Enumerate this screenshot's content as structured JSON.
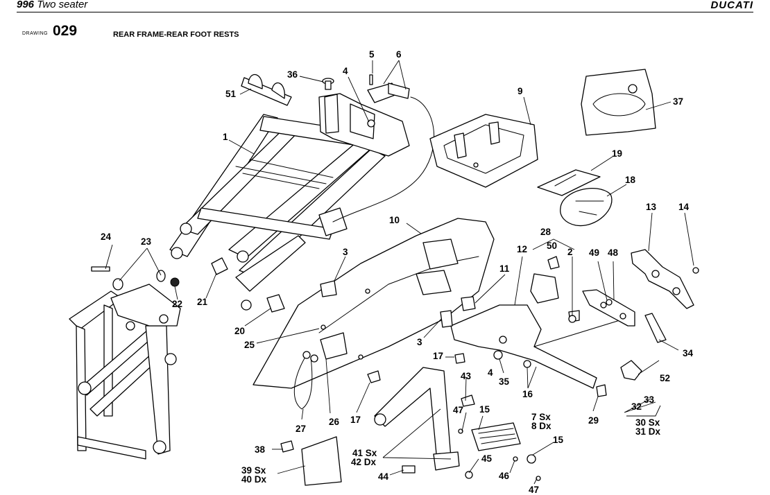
{
  "header": {
    "model_number": "996",
    "model_name": "Two seater",
    "brand": "DUCATI"
  },
  "drawing": {
    "label": "DRAWING",
    "number": "029",
    "title": "REAR FRAME-REAR FOOT RESTS"
  },
  "part_labels": [
    "1",
    "2",
    "3",
    "3",
    "4",
    "4",
    "5",
    "6",
    "7 Sx",
    "8 Dx",
    "9",
    "10",
    "11",
    "12",
    "13",
    "14",
    "15",
    "15",
    "16",
    "17",
    "17",
    "18",
    "19",
    "20",
    "21",
    "22",
    "23",
    "24",
    "25",
    "26",
    "27",
    "28",
    "29",
    "30 Sx",
    "31 Dx",
    "32",
    "33",
    "34",
    "35",
    "36",
    "37",
    "38",
    "39 Sx",
    "40 Dx",
    "41 Sx",
    "42 Dx",
    "43",
    "44",
    "45",
    "46",
    "47",
    "47",
    "48",
    "49",
    "50",
    "51",
    "52"
  ]
}
